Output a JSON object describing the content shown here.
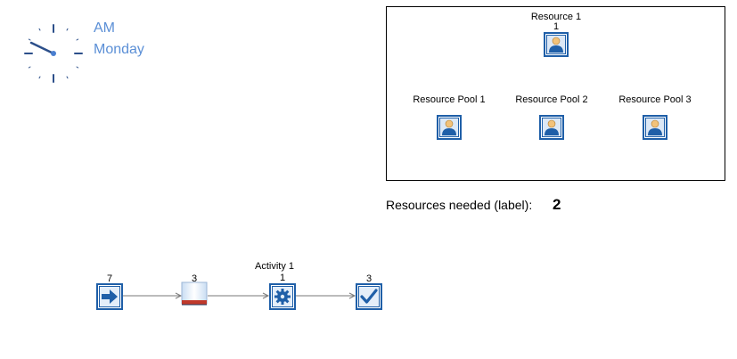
{
  "clock": {
    "ampm": "AM",
    "day": "Monday",
    "icon": "clock-icon",
    "hour": 10,
    "minute": 50
  },
  "resources": {
    "single": {
      "label": "Resource 1",
      "count": "1"
    },
    "pools": [
      {
        "label": "Resource Pool 1"
      },
      {
        "label": "Resource Pool 2"
      },
      {
        "label": "Resource Pool 3"
      }
    ],
    "needed_label": "Resources needed (label):",
    "needed_value": "2"
  },
  "flow": {
    "source": {
      "count": "7",
      "icon": "arrow-right-icon"
    },
    "queue": {
      "count": "3",
      "icon": "queue-icon"
    },
    "activity": {
      "title": "Activity 1",
      "count": "1",
      "icon": "gear-icon"
    },
    "sink": {
      "count": "3",
      "icon": "checkmark-icon"
    }
  },
  "colors": {
    "accent": "#5b8fd6",
    "block_blue": "#1f5fa8",
    "queue_red": "#c0392b"
  }
}
